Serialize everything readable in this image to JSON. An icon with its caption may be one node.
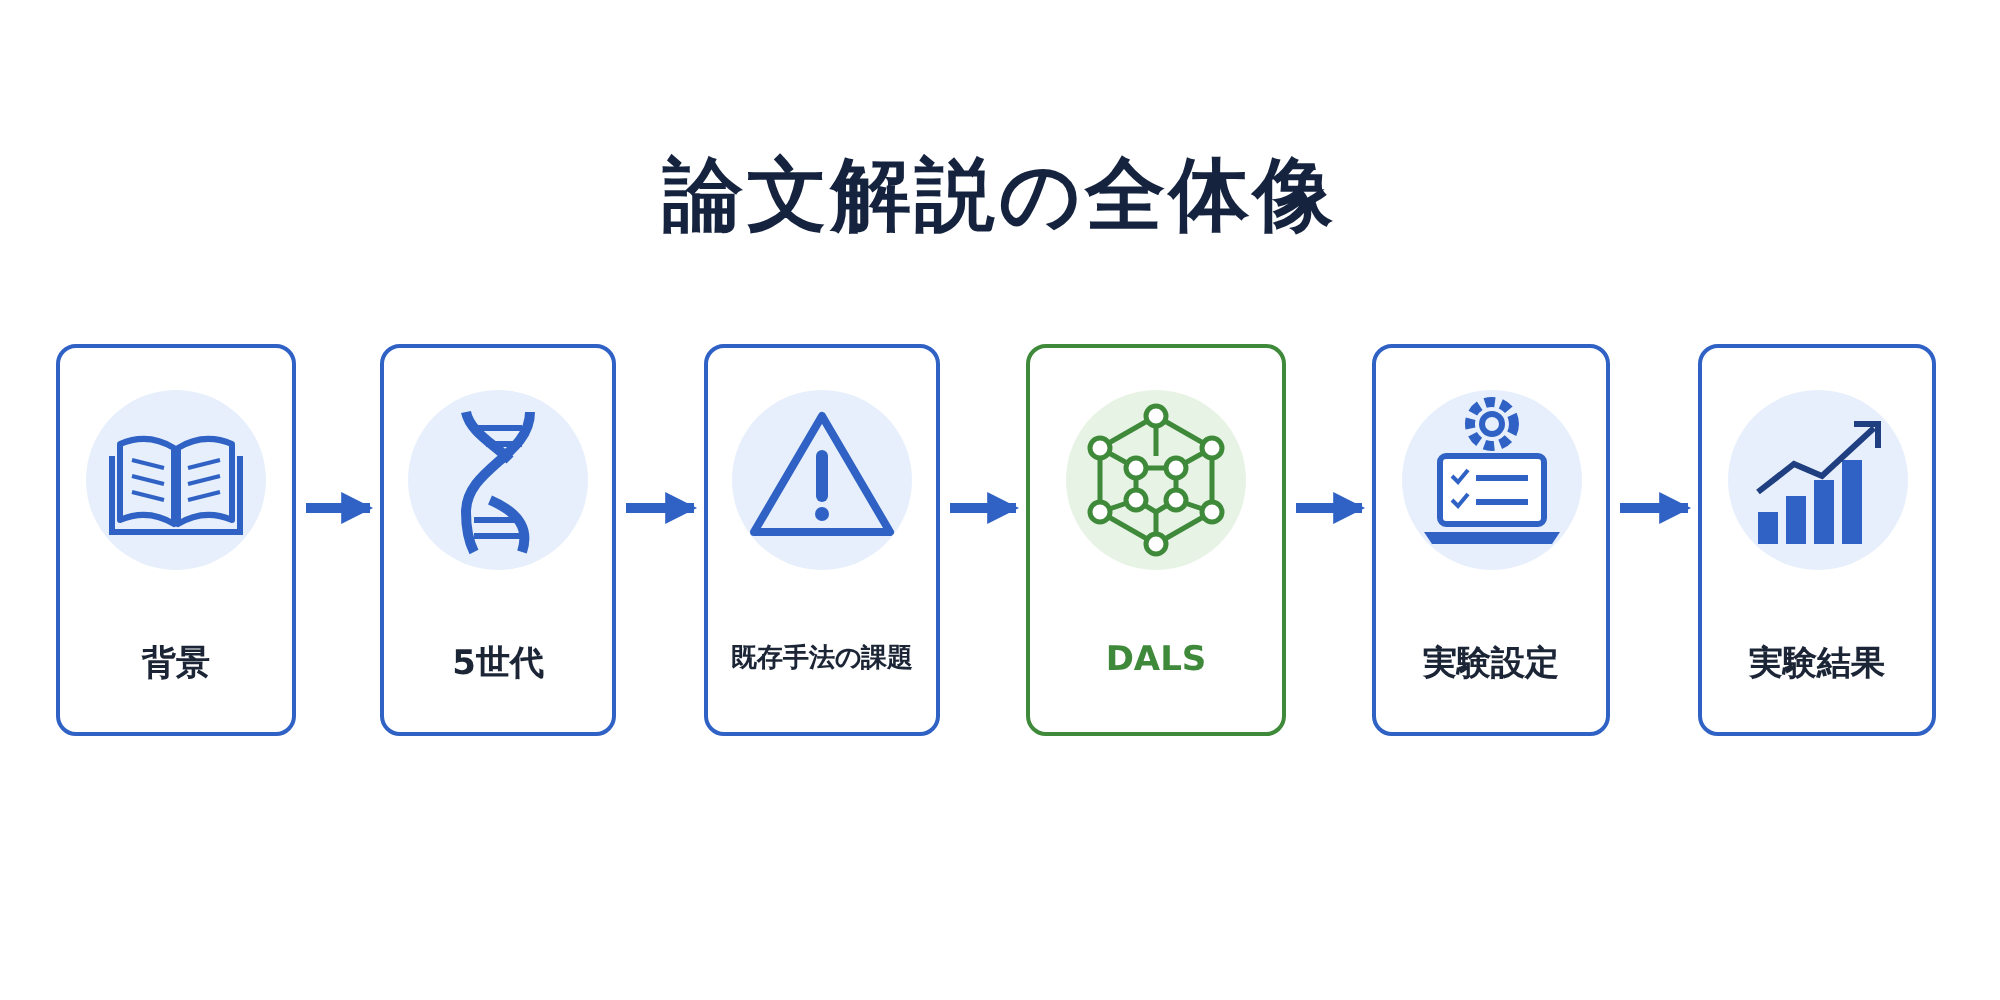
{
  "diagram": {
    "title": "論文解説の全体像",
    "nodes": [
      {
        "text": [
          "背景"
        ]
      },
      {
        "text": [
          "5世代"
        ]
      },
      {
        "text": [
          "既存手法の課題"
        ]
      },
      {
        "text": [
          "DALS"
        ]
      },
      {
        "text": [
          "実験設定"
        ]
      },
      {
        "text": [
          "実験結果"
        ]
      }
    ],
    "edges": [
      {
        "from": 0,
        "to": 1,
        "arrow": "to"
      },
      {
        "from": 1,
        "to": 2,
        "arrow": "to"
      },
      {
        "from": 2,
        "to": 3,
        "arrow": "to"
      },
      {
        "from": 3,
        "to": 4,
        "arrow": "to"
      },
      {
        "from": 4,
        "to": 5,
        "arrow": "to"
      }
    ]
  }
}
